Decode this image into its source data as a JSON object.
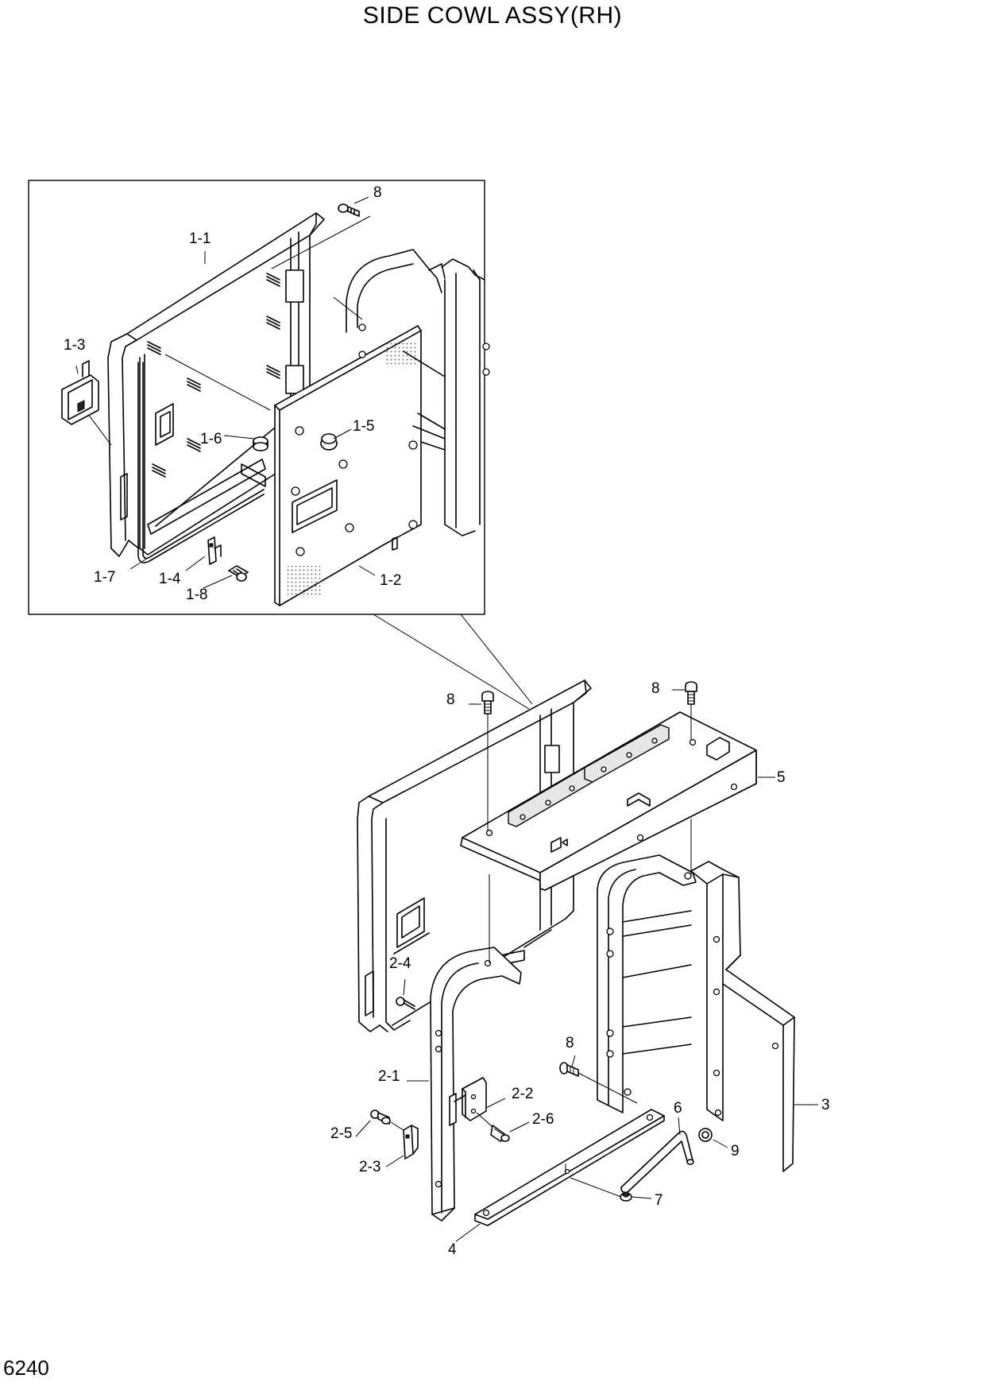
{
  "title": "SIDE COWL ASSY(RH)",
  "page_number": "6240",
  "detail_labels": {
    "p1_1": "1-1",
    "p1_2": "1-2",
    "p1_3": "1-3",
    "p1_4": "1-4",
    "p1_5": "1-5",
    "p1_6": "1-6",
    "p1_7": "1-7",
    "p1_8": "1-8",
    "p8": "8"
  },
  "main_labels": {
    "p8a": "8",
    "p8b": "8",
    "p8c": "8",
    "p2_1": "2-1",
    "p2_2": "2-2",
    "p2_3": "2-3",
    "p2_4": "2-4",
    "p2_5": "2-5",
    "p2_6": "2-6",
    "p3": "3",
    "p4": "4",
    "p5": "5",
    "p6": "6",
    "p7": "7",
    "p9": "9"
  }
}
